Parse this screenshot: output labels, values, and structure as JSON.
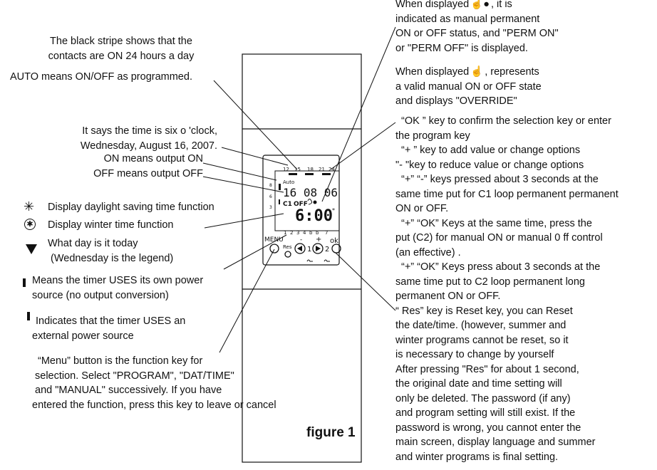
{
  "left": {
    "black_stripe": [
      "The black stripe shows that the",
      "contacts are ON  24 hours a day"
    ],
    "auto": "AUTO means ON/OFF as programmed.",
    "time": [
      "It says the time is six  o 'clock,",
      "Wednesday, August 16, 2007."
    ],
    "on": "ON means output ON",
    "off": "OFF means output OFF",
    "dst": "Display daylight saving time function",
    "winter": "Display winter time function",
    "day": [
      "What day is it today",
      "(Wednesday is the legend)"
    ],
    "own_power": [
      "Means the timer USES its own power",
      "source (no output conversion)"
    ],
    "ext_power": [
      "Indicates that the timer USES an",
      "external power source"
    ],
    "menu": [
      "“Menu”  button is the function key for",
      "selection. Select \"PROGRAM\", \"DAT/TIME\"",
      "and \"MANUAL\" successively. If you have",
      "entered the function, press this key to leave or cancel"
    ]
  },
  "figure_caption": "figure 1",
  "right": {
    "perm": [
      "When  displayed",
      ", it is",
      "indicated as manual permanent",
      "ON or OFF status, and \"PERM ON\"",
      "or \"PERM OFF\" is displayed."
    ],
    "override": [
      "When  displayed",
      ", represents",
      "a valid manual ON or OFF state",
      "and displays \"OVERRIDE\""
    ],
    "keys": [
      "“OK ”  key to confirm the selection key or enter",
      "the program key",
      "“+ ”  key to add value or change options",
      "\"- \"key to reduce value or change options",
      "“+”   “-”   keys pressed about 3 seconds at the",
      "same time put for C1 loop permanent permanent",
      "ON or OFF.",
      "“+”    “OK”   Keys at the same time, press the",
      "put (C2) for manual ON or manual 0 ff control",
      " (an effective) .",
      "“+”   “OK”   Keys press about 3 seconds at the",
      "same time put to C2 loop permanent long",
      "permanent ON or OFF.",
      "“  Res”   key is Reset key, you can Reset",
      "the date/time. (however, summer and",
      "winter programs cannot be reset, so it",
      "is necessary to change by yourself",
      "After pressing \"Res\" for about 1 second,",
      "the original date and time setting will",
      "only be deleted. The password (if any)",
      "and program setting will still exist. If the",
      "password is wrong, you cannot enter the",
      "main screen, display language and  summer",
      " and winter programs is final setting."
    ]
  },
  "device": {
    "hours": [
      "12",
      "15",
      "18",
      "21",
      "24"
    ],
    "left_scale": [
      "8",
      "6",
      "3"
    ],
    "mode": "Auto",
    "date": "16 08 06",
    "channel": "C1",
    "state": "OFF",
    "time": "6:00",
    "days": [
      "1",
      "2",
      "3",
      "4",
      "b",
      "b",
      "7"
    ],
    "menu_label": "MENU",
    "res_label": "Res",
    "minus": "-",
    "plus": "+",
    "ok_label": "ok",
    "num1": "1",
    "num2": "2"
  }
}
